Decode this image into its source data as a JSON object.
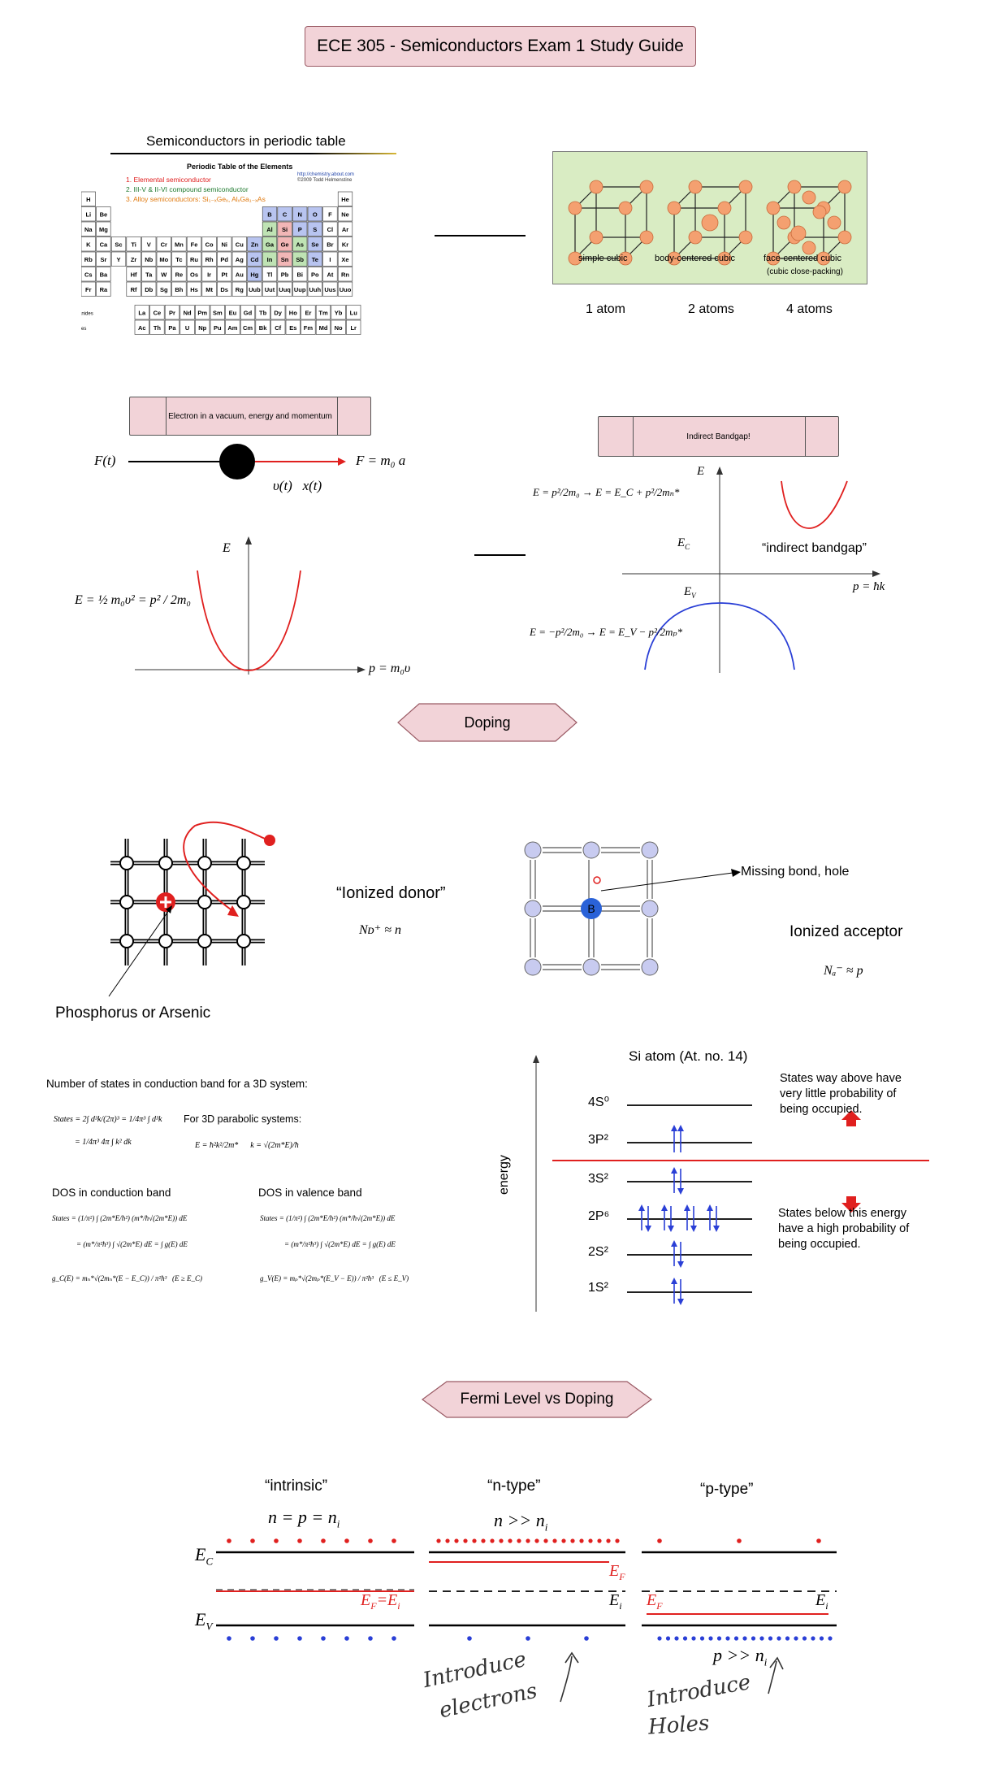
{
  "header": {
    "title": "ECE 305 - Semiconductors Exam 1 Study Guide"
  },
  "periodic": {
    "heading": "Semiconductors in periodic table",
    "table_title": "Periodic Table of the Elements",
    "legend": [
      "1.  Elemental semiconductor",
      "2.  III-V & II-VI compound semiconductor",
      "3.  Alloy semiconductors: Si₁₋ₓGeₓ, AlₓGa₁₋ₓAs"
    ],
    "credit": [
      "http://chemistry.about.com",
      "©2009 Todd Helmenstine"
    ],
    "rows": [
      [
        "H",
        "",
        "",
        "",
        "",
        "",
        "",
        "",
        "",
        "",
        "",
        "",
        "",
        "",
        "",
        "",
        "",
        "He"
      ],
      [
        "Li",
        "Be",
        "",
        "",
        "",
        "",
        "",
        "",
        "",
        "",
        "",
        "",
        "B",
        "C",
        "N",
        "O",
        "F",
        "Ne"
      ],
      [
        "Na",
        "Mg",
        "",
        "",
        "",
        "",
        "",
        "",
        "",
        "",
        "",
        "",
        "Al",
        "Si",
        "P",
        "S",
        "Cl",
        "Ar"
      ],
      [
        "K",
        "Ca",
        "Sc",
        "Ti",
        "V",
        "Cr",
        "Mn",
        "Fe",
        "Co",
        "Ni",
        "Cu",
        "Zn",
        "Ga",
        "Ge",
        "As",
        "Se",
        "Br",
        "Kr"
      ],
      [
        "Rb",
        "Sr",
        "Y",
        "Zr",
        "Nb",
        "Mo",
        "Tc",
        "Ru",
        "Rh",
        "Pd",
        "Ag",
        "Cd",
        "In",
        "Sn",
        "Sb",
        "Te",
        "I",
        "Xe"
      ],
      [
        "Cs",
        "Ba",
        "",
        "Hf",
        "Ta",
        "W",
        "Re",
        "Os",
        "Ir",
        "Pt",
        "Au",
        "Hg",
        "Tl",
        "Pb",
        "Bi",
        "Po",
        "At",
        "Rn"
      ],
      [
        "Fr",
        "Ra",
        "",
        "Rf",
        "Db",
        "Sg",
        "Bh",
        "Hs",
        "Mt",
        "Ds",
        "Rg",
        "Uub",
        "Uut",
        "Uuq",
        "Uup",
        "Uuh",
        "Uus",
        "Uuo"
      ]
    ],
    "lanthanides_label": "Lanthanides",
    "actinides_label": "Actinides",
    "lanthanides": [
      "La",
      "Ce",
      "Pr",
      "Nd",
      "Pm",
      "Sm",
      "Eu",
      "Gd",
      "Tb",
      "Dy",
      "Ho",
      "Er",
      "Tm",
      "Yb",
      "Lu"
    ],
    "actinides": [
      "Ac",
      "Th",
      "Pa",
      "U",
      "Np",
      "Pu",
      "Am",
      "Cm",
      "Bk",
      "Cf",
      "Es",
      "Fm",
      "Md",
      "No",
      "Lr"
    ]
  },
  "lattice": {
    "labels": [
      "simple cubic",
      "body-centered cubic",
      "face-centered cubic"
    ],
    "fcc_note": "(cubic close-packing)",
    "atoms": [
      "1 atom",
      "2 atoms",
      "4 atoms"
    ]
  },
  "vacuum": {
    "box_label": "Electron in a vacuum, energy and momentum",
    "force_left": "F(t)",
    "force_right": "F = m₀ a",
    "motion": "υ(t)   x(t)",
    "energy_eq": "E = ½ m₀υ² = p² / 2m₀",
    "axis_y": "E",
    "axis_x": "p = m₀υ"
  },
  "bandgap": {
    "box_label": "Indirect Bandgap!",
    "axis_y": "E",
    "axis_x": "p = ħk",
    "ec": "E",
    "ec_sub": "C",
    "ev": "E",
    "ev_sub": "V",
    "note": "“indirect bandgap”",
    "eq_c": "E = p²/2m₀ → E = E_C + p²/2mₙ*",
    "eq_v": "E = −p²/2m₀ → E = E_V − p²/2mₚ*"
  },
  "doping": {
    "header": "Doping",
    "donor_label": "“Ionized donor”",
    "donor_eq": "Nᴅ⁺ ≈ n",
    "donor_atom": "Phosphorus or Arsenic",
    "acceptor_atom": "B",
    "hole_label": "Missing bond, hole",
    "acceptor_label": "Ionized acceptor",
    "acceptor_eq": "Nₐ⁻ ≈ p"
  },
  "dos": {
    "intro": "Number of states in conduction band for a 3D system:",
    "parabolic": "For 3D parabolic systems:",
    "cb_title": "DOS in conduction band",
    "vb_title": "DOS in valence band",
    "states_eq1": "States = 2∫ d³k/(2π)³ = 1/4π³ ∫ d³k",
    "states_eq2": "= 1/4π³ 4π ∫ k² dk",
    "parabolic_eq": "E = ħ²k²/2m*      k = √(2m*E)/ħ",
    "cb_eq": "g_C(E) = mₙ*√(2mₙ*(E − E_C)) / π²ħ³   (E ≥ E_C)",
    "vb_eq": "g_V(E) = mₚ*√(2mₚ*(E_V − E)) / π²ħ³   (E ≤ E_V)"
  },
  "si_atom": {
    "title": "Si atom (At. no. 14)",
    "axis": "energy",
    "levels": [
      "4S⁰",
      "3P²",
      "3S²",
      "2P⁶",
      "2S²",
      "1S²"
    ],
    "above_note": "States way above  have very little  probability of being  occupied.",
    "below_note": "States below this  energy have a high  probability of being  occupied."
  },
  "fermi": {
    "header": "Fermi Level vs Doping",
    "intrinsic": "“intrinsic”",
    "ntype": "“n-type”",
    "ptype": "“p-type”",
    "intrinsic_eq": "n = p = n",
    "ntype_eq": "n >> n",
    "ptype_eq": "p >> n",
    "sub_i": "i",
    "ec": "E",
    "ec_sub": "C",
    "ev": "E",
    "ev_sub": "V",
    "ef": "E",
    "ef_sub": "F",
    "ei": "E",
    "ei_sub": "i",
    "ef_eq_ei": "=E",
    "hand_n": [
      "Introduce",
      "electrons"
    ],
    "hand_p": [
      "Introduce",
      "Holes"
    ]
  },
  "colors": {
    "accent_box": "#f2d3d8",
    "red": "#e0201f",
    "blue": "#2a3fd6",
    "lattice_bg": "#d9ecc3",
    "atom": "#f4a070"
  }
}
